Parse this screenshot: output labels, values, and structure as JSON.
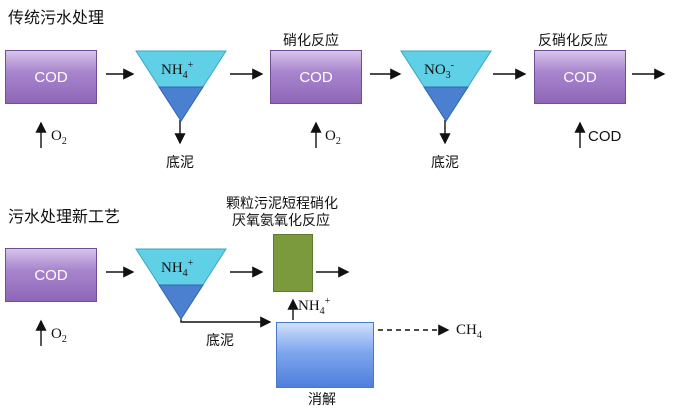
{
  "titles": {
    "traditional": "传统污水处理",
    "new_process": "污水处理新工艺"
  },
  "labels": {
    "nitrification": "硝化反应",
    "denitrification": "反硝化反应",
    "sludge": "底泥",
    "granular_line1": "颗粒污泥短程硝化",
    "granular_line2": "厌氧氨氧化反应",
    "digestion": "消解"
  },
  "boxes": {
    "cod": "COD"
  },
  "chem": {
    "o2_main": "O",
    "o2_sub": "2",
    "nh4_main": "NH",
    "nh4_sub": "4",
    "nh4_sup": "+",
    "no3_main": "NO",
    "no3_sub": "3",
    "no3_sup": "-",
    "cod_input": "COD",
    "ch4_main": "CH",
    "ch4_sub": "4"
  },
  "colors": {
    "purple_box": "#9b77c4",
    "cyan_triangle": "#5fd0e6",
    "blue_triangle": "#4a80cf",
    "green_bar": "#7a9a3d",
    "blue_box": "#5f8ee0"
  }
}
